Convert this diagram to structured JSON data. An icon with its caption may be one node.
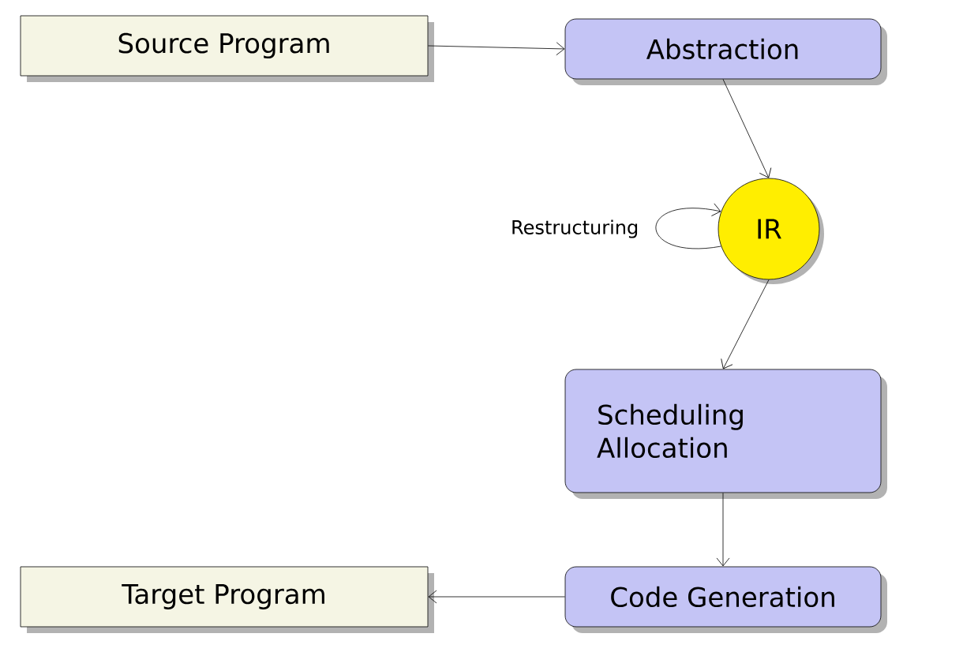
{
  "diagram": {
    "nodes": [
      {
        "text": [
          "Source Program"
        ]
      },
      {
        "text": [
          "Abstraction"
        ]
      },
      {
        "text": [
          "IR"
        ]
      },
      {
        "text": [
          "Scheduling Allocation"
        ]
      },
      {
        "text": [
          "Code Generation"
        ]
      },
      {
        "text": [
          "Target Program"
        ]
      }
    ],
    "edges": [
      {
        "from": 0,
        "to": 1,
        "arrow": "to"
      },
      {
        "from": 1,
        "to": 2,
        "arrow": "to"
      },
      {
        "from": 2,
        "to": 2,
        "arrow": "to",
        "label": "Restructuring"
      },
      {
        "from": 2,
        "to": 3,
        "arrow": "to"
      },
      {
        "from": 3,
        "to": 4,
        "arrow": "to"
      },
      {
        "from": 4,
        "to": 5,
        "arrow": "to"
      }
    ]
  }
}
